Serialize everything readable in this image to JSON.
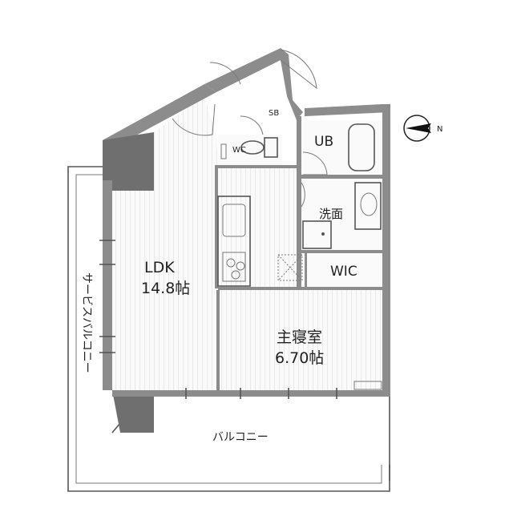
{
  "rooms": {
    "ldk_name": "LDK",
    "ldk_size": "14.8帖",
    "bedroom_name": "主寝室",
    "bedroom_size": "6.70帖",
    "wic": "WIC",
    "ub": "UB",
    "washroom": "洗面",
    "wc": "WC",
    "sb": "SB"
  },
  "outdoor": {
    "service_balcony": "サービスバルコニー",
    "balcony": "バルコニー"
  },
  "compass": {
    "north_label": "N"
  },
  "colors": {
    "wall": "#8c8c8c",
    "floor_stripe": "#eeeeee",
    "line": "#555555"
  }
}
